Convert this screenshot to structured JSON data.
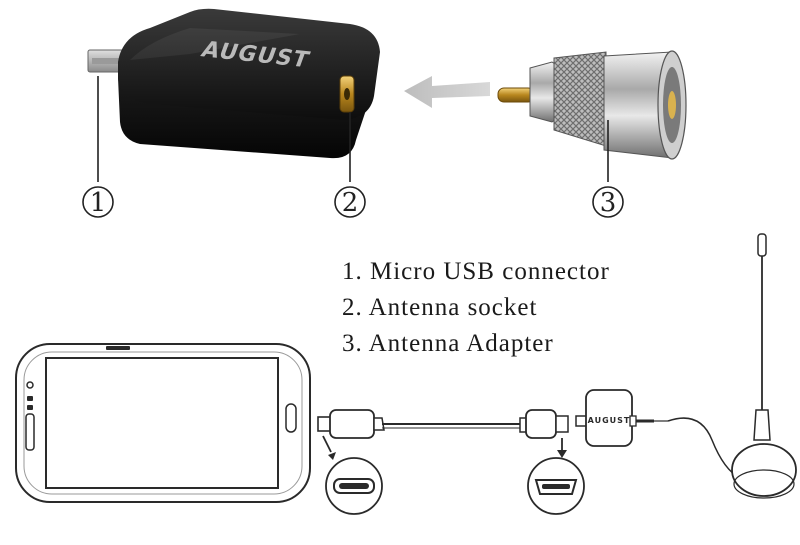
{
  "brand": "AUGUST",
  "callouts": [
    "1",
    "2",
    "3"
  ],
  "legend": [
    "1. Micro USB connector",
    "2. Antenna socket",
    "3. Antenna Adapter"
  ]
}
